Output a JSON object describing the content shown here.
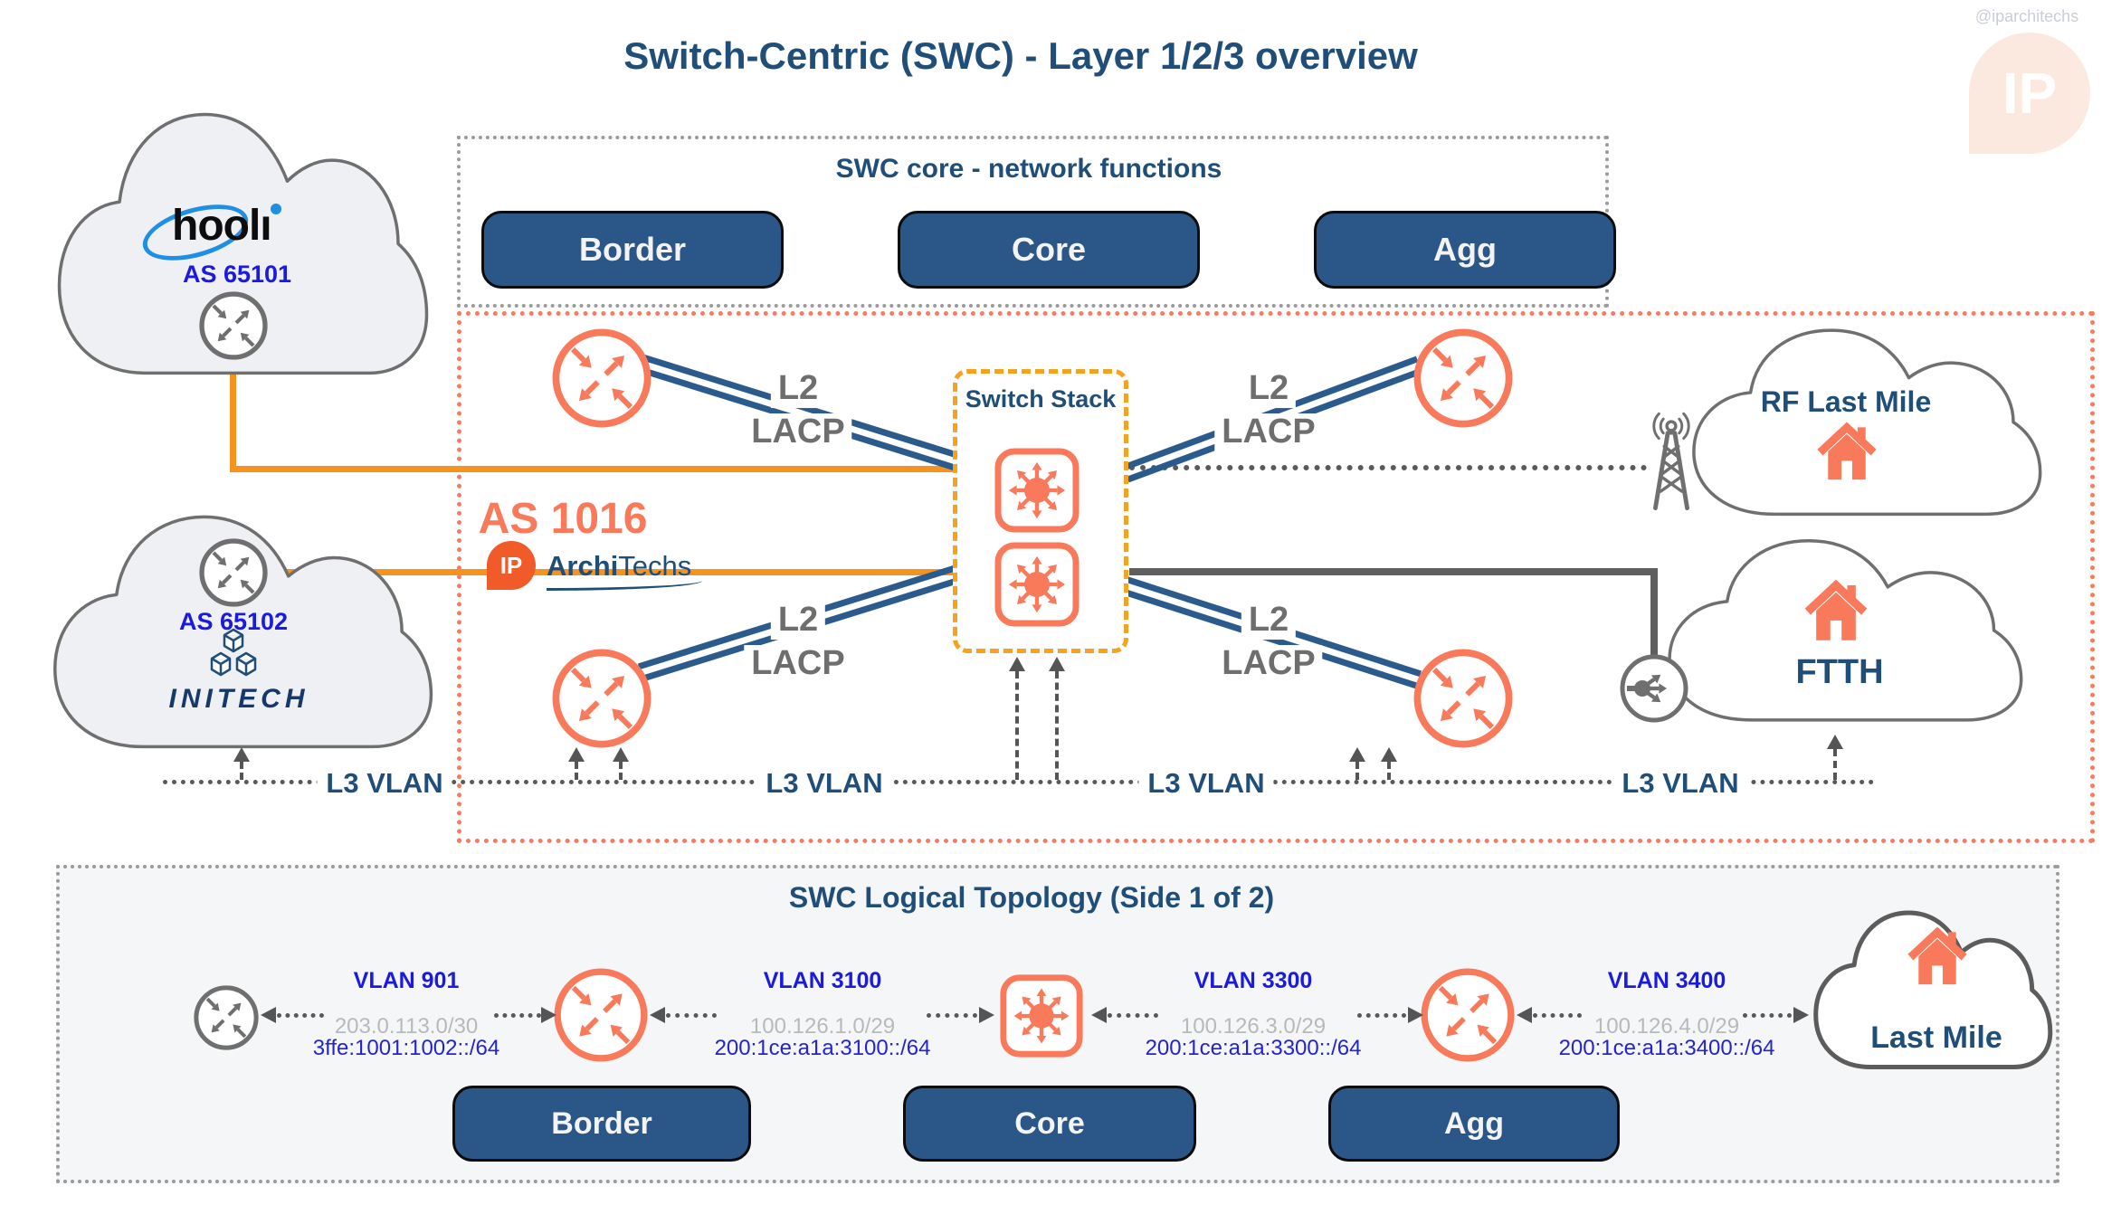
{
  "page": {
    "title": "Switch-Centric (SWC) - Layer 1/2/3 overview"
  },
  "watermark": {
    "handle": "@iparchitechs",
    "logo": "IP"
  },
  "colors": {
    "navy": "#1F4E79",
    "blue": "#1A1AE0",
    "blue2": "#2424CF",
    "coral": "#F9795B",
    "orange": "#F6921E",
    "amber": "#F5A21E",
    "reddot": "#FA7A5E",
    "bundle": "#2B5A8C",
    "btnblue": "#2A5788",
    "graytext": "#6E6E6E",
    "cloudstroke": "#6F6F6F",
    "ipgray": "#B7B9BB",
    "pale": "#FBE3D8",
    "wmtext": "#C9CED6"
  },
  "core_box": {
    "title": "SWC core - network functions",
    "buttons": [
      "Border",
      "Core",
      "Agg"
    ]
  },
  "hooli": {
    "name": "hooli",
    "render": {
      "main": "hool",
      "dotless_i": "ı"
    },
    "as_number": "AS 65101"
  },
  "initech": {
    "name": "INITECH",
    "as_number": "AS 65102"
  },
  "main": {
    "as_number": "AS 1016",
    "brand": {
      "badge": "IP",
      "bold": "Archi",
      "light": "Techs"
    },
    "switch_stack_label": "Switch Stack",
    "l2": "L2",
    "lacp": "LACP",
    "l3_vlan": "L3 VLAN",
    "rf_cloud_label": "RF Last Mile",
    "ftth_cloud_label": "FTTH"
  },
  "logical": {
    "title": "SWC Logical Topology (Side 1 of 2)",
    "links": [
      {
        "vlan": "VLAN 901",
        "v4": "203.0.113.0/30",
        "v6": "3ffe:1001:1002::/64"
      },
      {
        "vlan": "VLAN 3100",
        "v4": "100.126.1.0/29",
        "v6": "200:1ce:a1a:3100::/64"
      },
      {
        "vlan": "VLAN 3300",
        "v4": "100.126.3.0/29",
        "v6": "200:1ce:a1a:3300::/64"
      },
      {
        "vlan": "VLAN 3400",
        "v4": "100.126.4.0/29",
        "v6": "200:1ce:a1a:3400::/64"
      }
    ],
    "cloud_label": "Last Mile",
    "buttons": [
      "Border",
      "Core",
      "Agg"
    ]
  }
}
